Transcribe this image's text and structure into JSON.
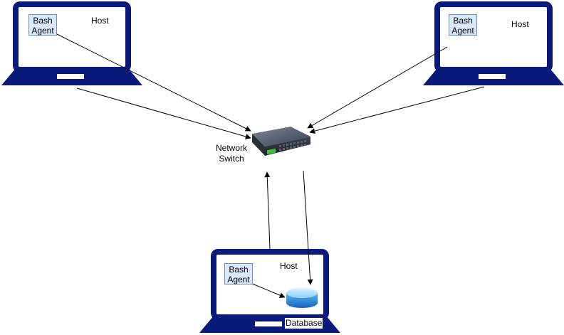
{
  "hosts": [
    {
      "title": "Host",
      "agent": {
        "line1": "Bash",
        "line2": "Agent"
      }
    },
    {
      "title": "Host",
      "agent": {
        "line1": "Bash",
        "line2": "Agent"
      }
    },
    {
      "title": "Host",
      "agent": {
        "line1": "Bash",
        "line2": "Agent"
      },
      "database_label": "Database"
    }
  ],
  "switch": {
    "line1": "Network",
    "line2": "Switch"
  },
  "colors": {
    "laptop": "#0a1a7a",
    "agent_fill": "#dae8fc",
    "agent_border": "#6c8ebf",
    "db_top": "#9fd9ff",
    "db_body": "#1b7fd6"
  },
  "icons": [
    "laptop-icon",
    "network-switch-icon",
    "database-icon"
  ]
}
